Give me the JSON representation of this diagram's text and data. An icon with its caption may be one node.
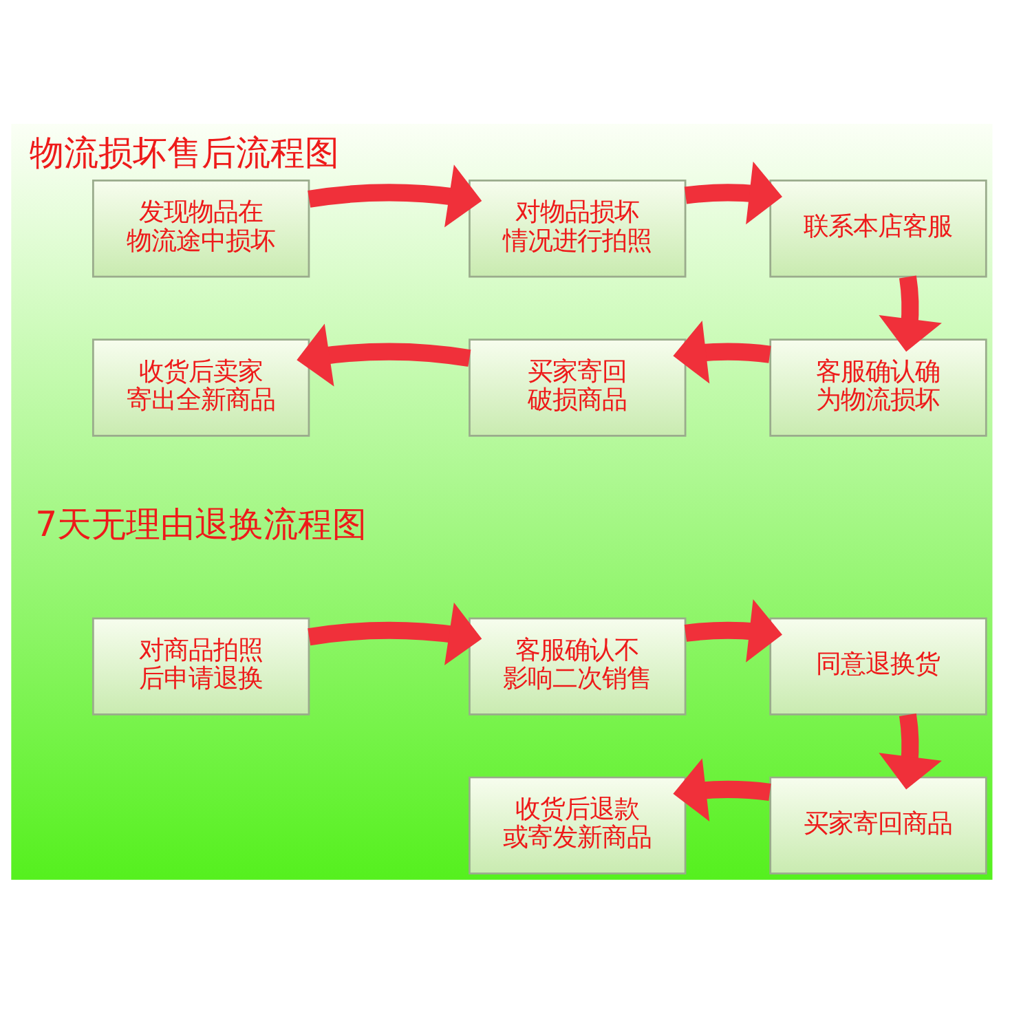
{
  "diagram": {
    "title": "物流损坏售后流程图",
    "nodes": [
      {
        "text": [
          "发现物品在物流途中损坏"
        ]
      },
      {
        "text": [
          "对物品损坏情况进行拍照"
        ]
      },
      {
        "text": [
          "联系本店客服"
        ]
      },
      {
        "text": [
          "客服确认确为物流损坏"
        ]
      },
      {
        "text": [
          "买家寄回破损商品"
        ]
      },
      {
        "text": [
          "收货后卖家寄出全新商品"
        ]
      },
      {
        "text": [
          "对商品拍照后申请退换"
        ]
      },
      {
        "text": [
          "客服确认不影响二次销售"
        ]
      },
      {
        "text": [
          "同意退换货"
        ]
      },
      {
        "text": [
          "买家寄回商品"
        ]
      },
      {
        "text": [
          "收货后退款或寄发新商品"
        ]
      }
    ],
    "edges": [
      {
        "from": 0,
        "to": 1,
        "arrow": "to"
      },
      {
        "from": 1,
        "to": 2,
        "arrow": "to"
      },
      {
        "from": 2,
        "to": 3,
        "arrow": "to"
      },
      {
        "from": 3,
        "to": 4,
        "arrow": "to"
      },
      {
        "from": 4,
        "to": 5,
        "arrow": "to"
      },
      {
        "from": 6,
        "to": 7,
        "arrow": "to"
      },
      {
        "from": 7,
        "to": 8,
        "arrow": "to"
      },
      {
        "from": 8,
        "to": 9,
        "arrow": "to"
      },
      {
        "from": 9,
        "to": 10,
        "arrow": "to"
      }
    ],
    "labels": [
      "7天无理由退换流程图"
    ]
  }
}
